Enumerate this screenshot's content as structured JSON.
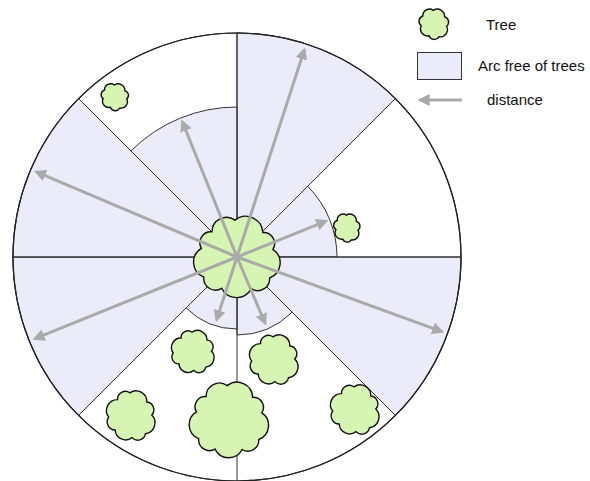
{
  "diagram": {
    "legend": [
      {
        "text": "Tree"
      },
      {
        "text": "Arc free of trees",
        "color": "#ecebfa"
      },
      {
        "text": "distance"
      }
    ]
  }
}
